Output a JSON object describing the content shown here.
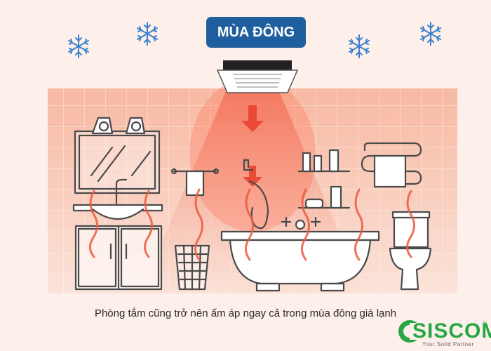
{
  "title": "MÙA ĐÔNG",
  "caption": "Phòng tắm cũng trở nên ấm áp ngay cả trong mùa đông giá lạnh",
  "logo": {
    "name": "SISCOM",
    "tagline": "Your Solid Partner",
    "registered": "®"
  },
  "colors": {
    "badge": "#1f5f9f",
    "snowflake": "#3b7fd0",
    "heat": "#ee5a3f",
    "background": "#fdf0ea",
    "logo": "#27a744"
  },
  "icons": [
    "snowflake-icon",
    "ceiling-heater-icon",
    "heat-wave-icon",
    "bathroom-illustration"
  ]
}
